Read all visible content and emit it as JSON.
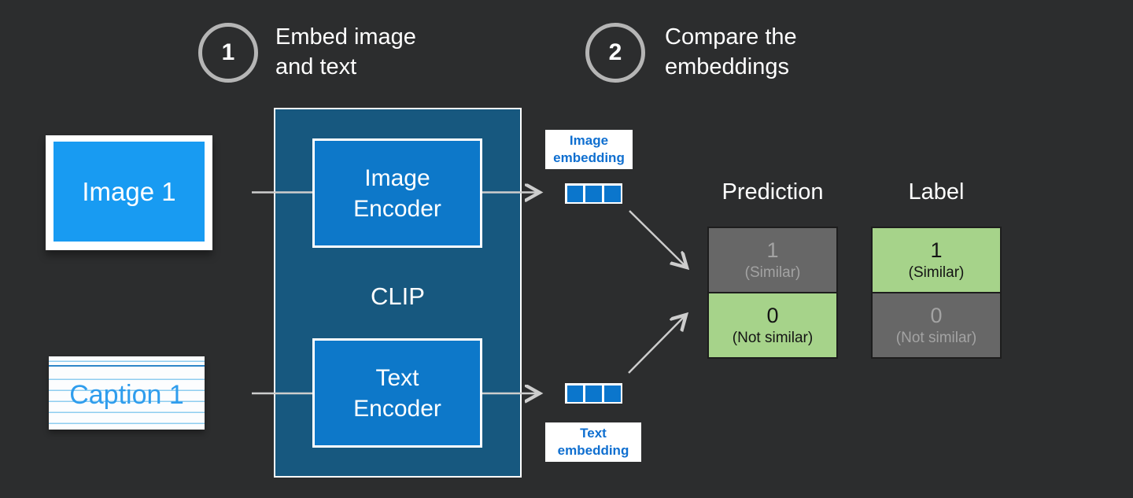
{
  "steps": {
    "step1": {
      "number": "1",
      "line1": "Embed image",
      "line2": "and text"
    },
    "step2": {
      "number": "2",
      "line1": "Compare the",
      "line2": "embeddings"
    }
  },
  "inputs": {
    "image_card_label": "Image 1",
    "caption_card_label": "Caption 1"
  },
  "clip": {
    "title": "CLIP",
    "image_encoder_line1": "Image",
    "image_encoder_line2": "Encoder",
    "text_encoder_line1": "Text",
    "text_encoder_line2": "Encoder"
  },
  "embeddings": {
    "image_label_line1": "Image",
    "image_label_line2": "embedding",
    "text_label_line1": "Text",
    "text_label_line2": "embedding",
    "image_cells": 3,
    "text_cells": 3
  },
  "comparison": {
    "prediction_header": "Prediction",
    "label_header": "Label",
    "prediction_rows": [
      {
        "value": "1",
        "note": "(Similar)",
        "state": "inactive"
      },
      {
        "value": "0",
        "note": "(Not similar)",
        "state": "active"
      }
    ],
    "label_rows": [
      {
        "value": "1",
        "note": "(Similar)",
        "state": "active"
      },
      {
        "value": "0",
        "note": "(Not similar)",
        "state": "inactive"
      }
    ]
  },
  "colors": {
    "background": "#2c2d2e",
    "bright_blue": "#189bf2",
    "clip_blue": "#17587f",
    "encoder_blue": "#0d78c9",
    "cell_blue": "#0b76cc",
    "embed_text_blue": "#0f6fd0",
    "caption_text_blue": "#2f9ded",
    "active_green": "#a6d38a",
    "inactive_gray": "#676767",
    "muted_text": "#a3a3a3",
    "arrow_gray": "#cdcdcd",
    "ring_gray": "#b5b5b5"
  }
}
